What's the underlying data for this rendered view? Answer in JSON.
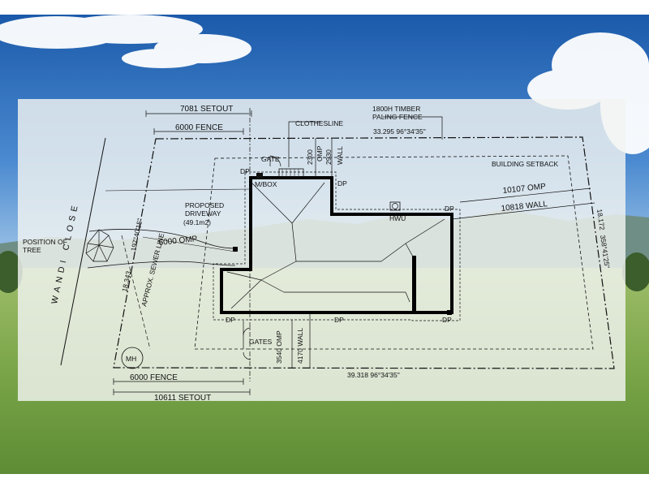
{
  "plan": {
    "setout_top": "7081 SETOUT",
    "fence_top": "6000 FENCE",
    "clothesline": "CLOTHESLINE",
    "timber_fence_line1": "1800H TIMBER",
    "timber_fence_line2": "PALING FENCE",
    "top_boundary": "33.295   96°34'35\"",
    "building_setback": "BUILDING SETBACK",
    "gate": "GATE",
    "dim_2300": "2300",
    "dim_omp": "OMP",
    "dim_2930": "2930",
    "dim_wall": "WALL",
    "dp": "DP",
    "mbox": "M/BOX",
    "proposed_driveway_1": "PROPOSED",
    "proposed_driveway_2": "DRIVEWAY",
    "proposed_driveway_3": "(49.1m2)",
    "omp_10107": "10107 OMP",
    "wall_10818": "10818 WALL",
    "hwu": "HWU",
    "right_boundary_1": "18.172",
    "right_boundary_2": "358°41'25\"",
    "street_name": "WANDI  CLOSE",
    "position_of_1": "POSITION OF",
    "position_of_2": "TREE",
    "left_boundary_1": "18.343",
    "left_boundary_2": "197°40'15\"",
    "sewer_line": "APPROX. SEWER LINE",
    "driveway_omp": "6000 OMP",
    "gates": "GATES",
    "dim_3540": "3540 OMP",
    "dim_4170": "4170 WALL",
    "manhole": "MH",
    "bottom_boundary": "39.318   96°34'35\"",
    "fence_bottom": "6000 FENCE",
    "setout_bottom": "10611 SETOUT"
  },
  "colors": {
    "sky_top": "#1f63b5",
    "sky_bottom": "#6fa3d8",
    "grass": "#79a545",
    "hills": "#6e8f8a",
    "overlay": "#f2f4f1",
    "ink": "#111111",
    "wall": "#000000"
  }
}
